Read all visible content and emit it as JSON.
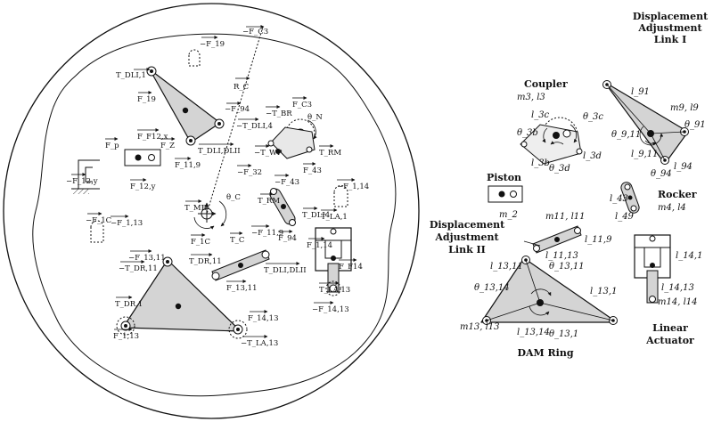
{
  "left_forces": {
    "fc3": "−F_C3",
    "f19n": "−F_19",
    "tdli1": "T_DLI,1",
    "rc": "R_C",
    "f19": "F_19",
    "f94n": "−F_94",
    "tdli4n": "−T_DLI,4",
    "tbr": "−T_BR",
    "fc3b": "F_C3",
    "thetaN": "θ_N",
    "fp": "F_p",
    "ff12x": "F_F12,x",
    "fz": "F_Z",
    "tdlidli": "T_DLI,DLII",
    "f119": "F_11,9",
    "twp": "−T_WP",
    "trm": "T_RM",
    "f12y": "−F_12,y",
    "f12yb": "F_12,y",
    "f32": "−F_32",
    "f43": "F_43",
    "f43n": "−F_43",
    "f114n": "−F_1,14",
    "tmb": "T_MB",
    "thetaC": "θ_C",
    "trm2": "T_RM",
    "tdli4": "T_DLI4",
    "f1cn": "−F_1C",
    "f113n": "−F_1,13",
    "tla1": "T_LA,1",
    "f1c": "F_1C",
    "tc": "T_C",
    "f119n": "−F_11,9",
    "f94": "F_94",
    "f114": "F_1,14",
    "f1311": "−F_13,11",
    "tdr11n": "−T_DR,11",
    "tdr11": "T_DR,11",
    "ff14": "F_F14",
    "f1311b": "F_13,11",
    "tdlii": "T_DLI,DLII",
    "tla13b": "T_LA,13",
    "tdr1": "T_DR,1",
    "f1413": "F_14,13",
    "f1413n": "−F_14,13",
    "f113": "F_1,13",
    "tla13n": "−T_LA,13"
  },
  "components": {
    "coupler": {
      "title": "Coupler",
      "params": "m3, l3",
      "l3c": "l_3c",
      "th3b": "θ_3b",
      "th3c": "θ_3c",
      "l3b": "l_3b",
      "th3d": "θ_3d",
      "l3d": "l_3d"
    },
    "dal1": {
      "title_line1": "Displacement",
      "title_line2": "Adjustment",
      "title_line3": "Link I",
      "l91": "l_91",
      "params": "m9, l9",
      "th911": "θ_9,11",
      "th91": "θ_91",
      "l911": "l_9,11",
      "l94": "l_94",
      "th94": "θ_94"
    },
    "piston": {
      "title": "Piston",
      "m2": "m_2"
    },
    "rocker": {
      "title": "Rocker",
      "l43": "l_43",
      "l49": "l_49",
      "params": "m4, l4"
    },
    "dal2": {
      "title_line1": "Displacement",
      "title_line2": "Adjustment",
      "title_line3": "Link II",
      "params": "m11, l11",
      "l1113": "l_11,13",
      "l119": "l_11,9"
    },
    "actuator": {
      "l141": "l_14,1",
      "l1413": "l_14,13",
      "params": "m14, l14",
      "title_line1": "Linear",
      "title_line2": "Actuator"
    },
    "dam": {
      "l1311": "l_13,11",
      "th1311": "θ_13,11",
      "th1314": "θ_13,14",
      "l131": "l_13,1",
      "params": "m13, l13",
      "l1314": "l_13,14",
      "th131": "θ_13,1",
      "title": "DAM Ring"
    }
  }
}
